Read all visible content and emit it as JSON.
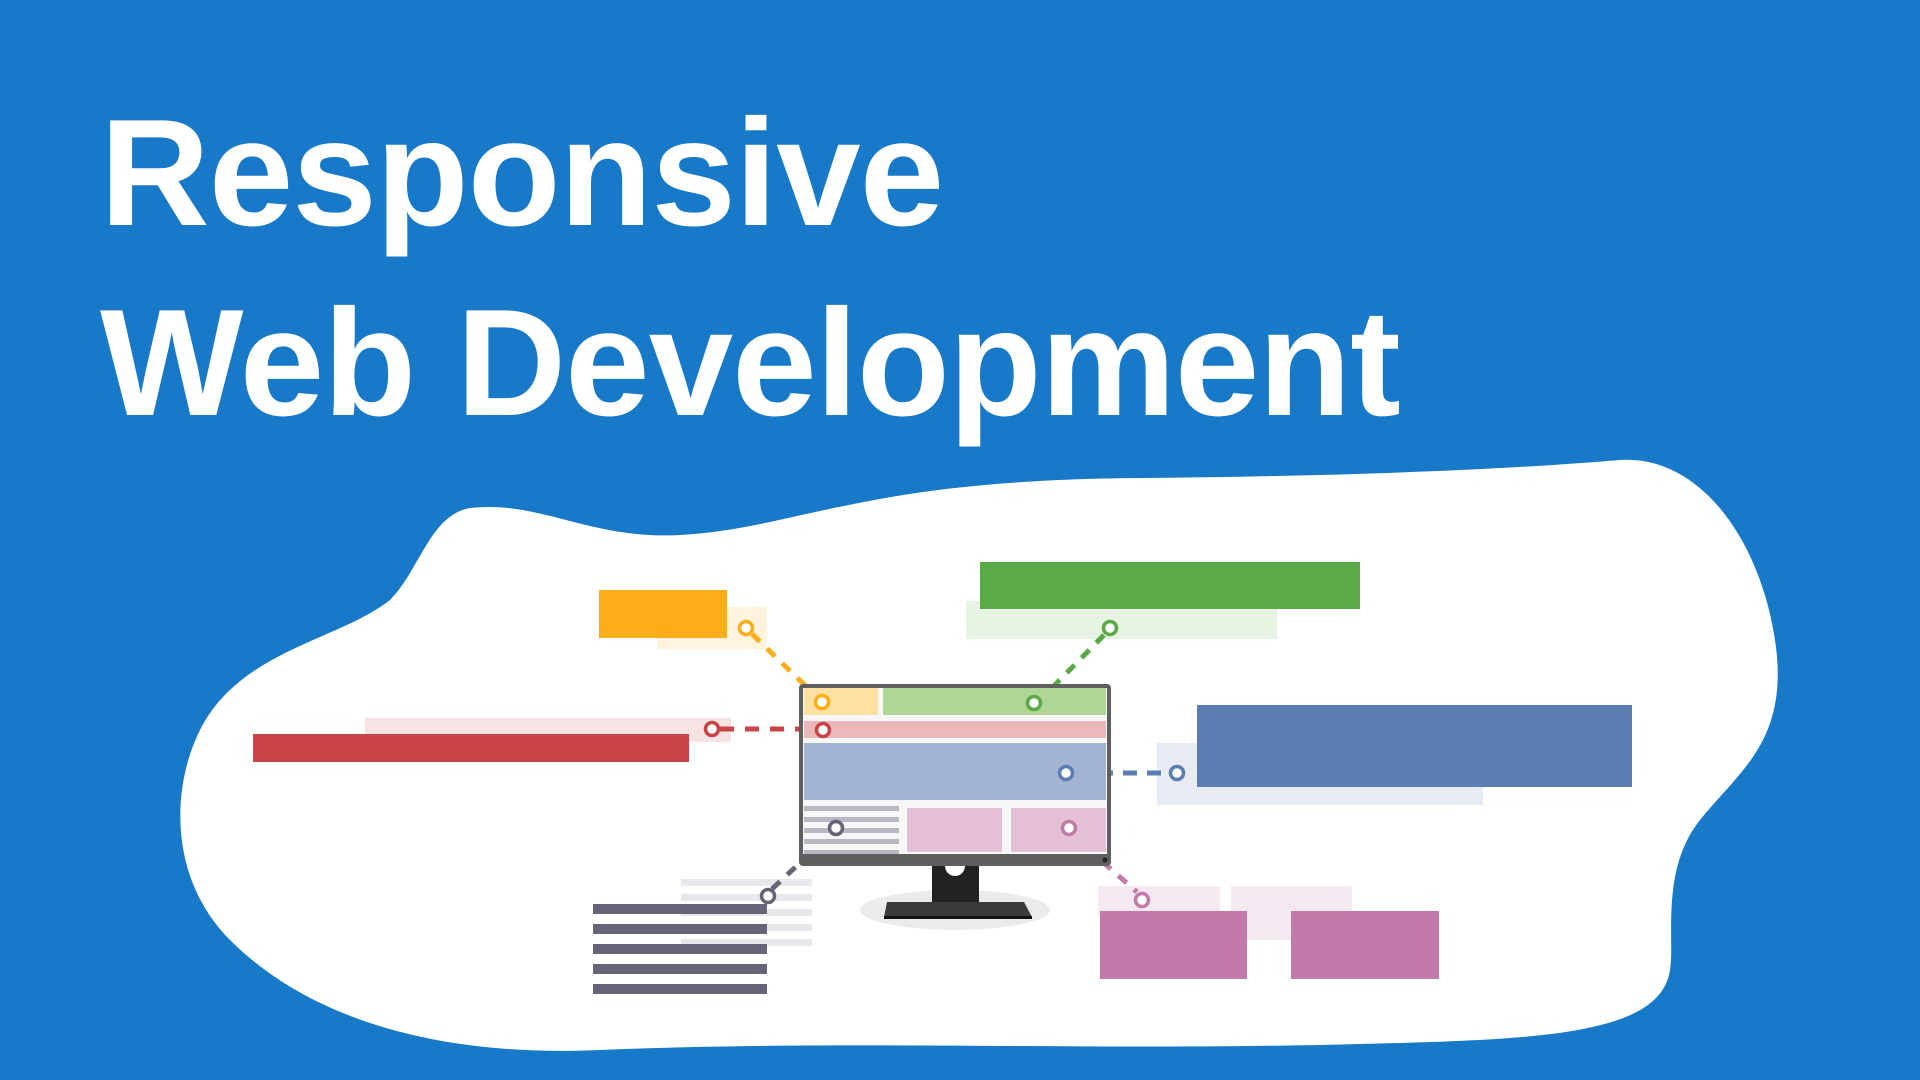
{
  "title": {
    "line1": "Responsive",
    "line2": "Web Development"
  },
  "colors": {
    "background": "#1879C8",
    "blob": "#FFFFFF",
    "title_text": "#FFFFFF",
    "orange": "#FBAE17",
    "orange_light": "#FFF3DD",
    "orange_screen": "#FFE0A3",
    "green": "#5BA946",
    "green_light": "#E6F2E2",
    "green_screen": "#B0D695",
    "red": "#C84446",
    "red_light": "#F8E3E4",
    "red_screen": "#EBB8B9",
    "blue": "#5B7DB2",
    "blue_light": "#E7EBF3",
    "blue_screen": "#A2B4D2",
    "purple": "#C27BA8",
    "purple_light": "#F5E9F1",
    "purple_screen": "#E3C0D6",
    "gray_text": "#666478",
    "gray_light": "#E8E8EC",
    "gray_screen": "#B8B7C2",
    "monitor_frame": "#5F5F5F",
    "monitor_stand": "#222222",
    "monitor_shadow": "#EBEBEB"
  },
  "illustration": {
    "subject": "desktop-monitor-wireframe",
    "connectors": [
      "orange",
      "green",
      "red",
      "blue",
      "purple",
      "gray"
    ]
  }
}
